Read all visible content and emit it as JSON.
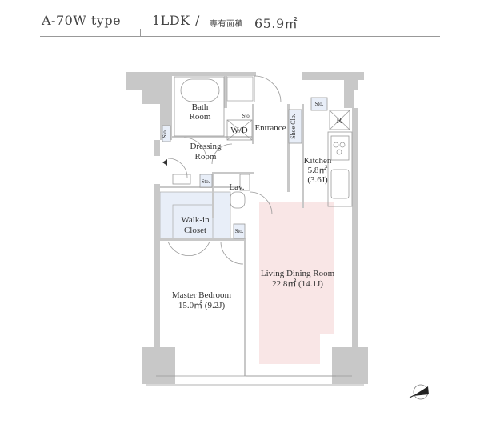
{
  "header": {
    "type_name": "A-70W type",
    "layout": "1LDK",
    "separator": "/",
    "area_label": "専有面積",
    "area_value": "65.9㎡"
  },
  "rooms": {
    "bath": [
      "Bath",
      "Room"
    ],
    "wd": "W/D",
    "entrance": "Entrance",
    "shoe_closet": "Shoe Clo.",
    "dressing": [
      "Dressing",
      "Room"
    ],
    "lav": "Lav.",
    "walk_in": [
      "Walk-in",
      "Closet"
    ],
    "kitchen": [
      "Kitchen",
      "5.8㎡",
      "(3.6J)"
    ],
    "refrigerator": "R",
    "storage": "Sto.",
    "ldr": [
      "Living Dining Room",
      "22.8㎡  (14.1J)"
    ],
    "bedroom": [
      "Master Bedroom",
      "15.0㎡  (9.2J)"
    ]
  },
  "colors": {
    "wall": "#c8c8c8",
    "ldr_fill": "#f9e6e6",
    "closet_fill": "#e8eef8"
  }
}
